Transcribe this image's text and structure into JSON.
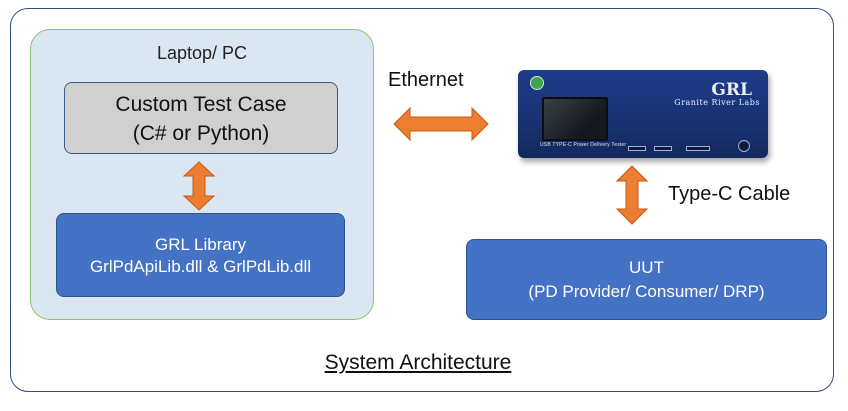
{
  "laptop": {
    "title": "Laptop/ PC",
    "test_case": {
      "line1": "Custom Test Case",
      "line2": "(C# or Python)"
    },
    "library": {
      "line1": "GRL Library",
      "line2": "GrlPdApiLib.dll  & GrlPdLib.dll"
    }
  },
  "connections": {
    "ethernet": "Ethernet",
    "cable": "Type-C Cable"
  },
  "device": {
    "brand": "GRL",
    "brand_sub": "Granite River Labs",
    "model": "USB TYPE-C  Power Delivery Tester"
  },
  "uut": {
    "line1": "UUT",
    "line2": "(PD Provider/ Consumer/ DRP)"
  },
  "caption": "System Architecture",
  "colors": {
    "frame_border": "#2f4f86",
    "laptop_bg": "#dae6f2",
    "laptop_border": "#8cc56b",
    "blue_box": "#4472c4",
    "gray_box": "#d0d0d0",
    "arrow": "#ed7d31"
  }
}
